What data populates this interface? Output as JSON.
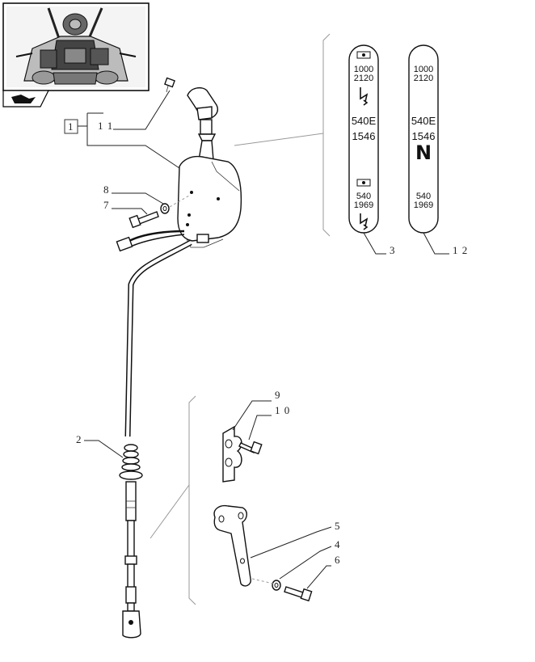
{
  "callouts": {
    "box_ref": "1",
    "c11": "1 1",
    "c8": "8",
    "c7": "7",
    "c2": "2",
    "c3": "3",
    "c12": "1 2",
    "c9": "9",
    "c10": "1 0",
    "c5": "5",
    "c4": "4",
    "c6": "6"
  },
  "decal_3": {
    "top_speed_1": "1000",
    "top_speed_2": "2120",
    "mid_1": "540E",
    "mid_2": "1546",
    "bottom_1": "540",
    "bottom_2": "1969"
  },
  "decal_12": {
    "top_speed_1": "1000",
    "top_speed_2": "2120",
    "mid_1": "540E",
    "mid_2": "1546",
    "neutral": "N",
    "bottom_1": "540",
    "bottom_2": "1969"
  },
  "icons": {
    "thumbnail": "tractor-cab-thumbnail",
    "nav": "page-arrow-icon",
    "pto": "pto-shaft-icon"
  }
}
